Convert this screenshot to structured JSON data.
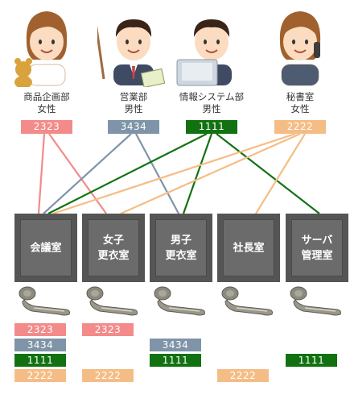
{
  "colors": {
    "pink": "#f38b8b",
    "blue": "#7f94a8",
    "green": "#127212",
    "orange": "#f5bd86",
    "room": "#555555"
  },
  "people": [
    {
      "dept": "商品企画部",
      "gender": "女性",
      "pin": "2323",
      "color": "pink",
      "illustration": "woman-holding-teddy-bear"
    },
    {
      "dept": "営業部",
      "gender": "男性",
      "pin": "3434",
      "color": "blue",
      "illustration": "man-with-pointer-and-clipboard"
    },
    {
      "dept": "情報システム部",
      "gender": "男性",
      "pin": "1111",
      "color": "green",
      "illustration": "man-at-laptop"
    },
    {
      "dept": "秘書室",
      "gender": "女性",
      "pin": "2222",
      "color": "orange",
      "illustration": "woman-on-phone"
    }
  ],
  "rooms": [
    {
      "name": "会議室",
      "codes": [
        [
          "2323",
          "pink"
        ],
        [
          "3434",
          "blue"
        ],
        [
          "1111",
          "green"
        ],
        [
          "2222",
          "orange"
        ]
      ]
    },
    {
      "name": "女子\n更衣室",
      "codes": [
        [
          "2323",
          "pink"
        ],
        [
          "2222",
          "orange"
        ]
      ]
    },
    {
      "name": "男子\n更衣室",
      "codes": [
        [
          "3434",
          "blue"
        ],
        [
          "1111",
          "green"
        ]
      ]
    },
    {
      "name": "社長室",
      "codes": [
        [
          "2222",
          "orange"
        ]
      ]
    },
    {
      "name": "サーバ\n管理室",
      "codes": [
        [
          "1111",
          "green"
        ]
      ]
    }
  ],
  "access": [
    {
      "person": 0,
      "rooms": [
        0,
        1
      ]
    },
    {
      "person": 1,
      "rooms": [
        0,
        2
      ]
    },
    {
      "person": 2,
      "rooms": [
        0,
        2,
        4
      ]
    },
    {
      "person": 3,
      "rooms": [
        0,
        1,
        3
      ]
    }
  ]
}
